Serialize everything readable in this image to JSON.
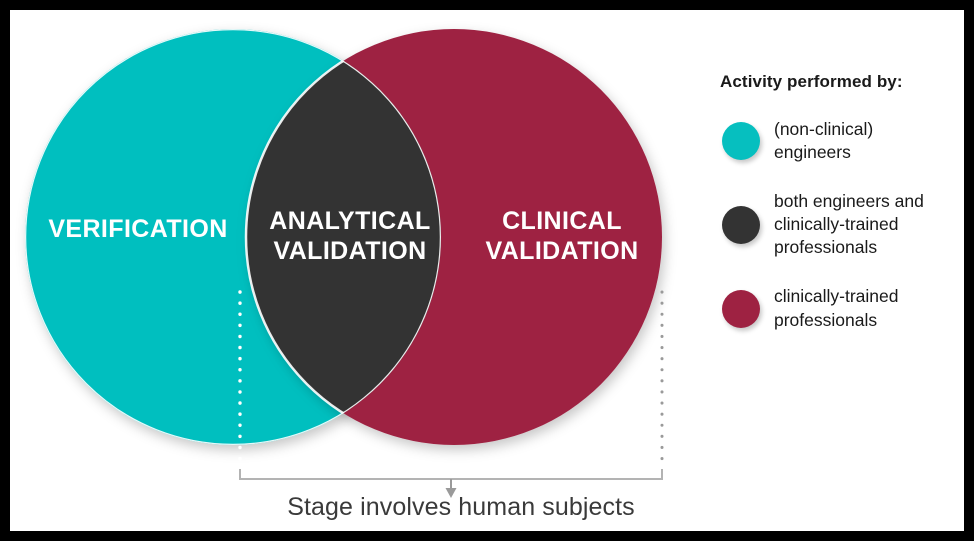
{
  "frame": {
    "border_color": "#000000",
    "background_color": "#ffffff"
  },
  "diagram": {
    "type": "venn-2-circle",
    "left_circle": {
      "label": "VERIFICATION",
      "color": "#06BFBF",
      "performed_by": "(non-clinical) engineers"
    },
    "intersection": {
      "label": "ANALYTICAL\nVALIDATION",
      "color": "#333333",
      "performed_by": "both engineers and clinically-trained professionals"
    },
    "right_circle": {
      "label": "CLINICAL\nVALIDATION",
      "color": "#9E2242",
      "performed_by": "clinically-trained professionals"
    }
  },
  "annotation": {
    "caption": "Stage involves human subjects",
    "bracket_color": "#b3b3b3",
    "left_guide_color": "#ffffff",
    "right_guide_color": "#9a9a9a"
  },
  "legend": {
    "title": "Activity performed by:",
    "items": [
      {
        "color": "#06BFBF",
        "label": "(non-clinical)\nengineers",
        "name": "engineers"
      },
      {
        "color": "#333333",
        "label": "both engineers and\nclinically-trained\nprofessionals",
        "name": "both"
      },
      {
        "color": "#9E2242",
        "label": "clinically-trained\nprofessionals",
        "name": "clinicians"
      }
    ]
  }
}
